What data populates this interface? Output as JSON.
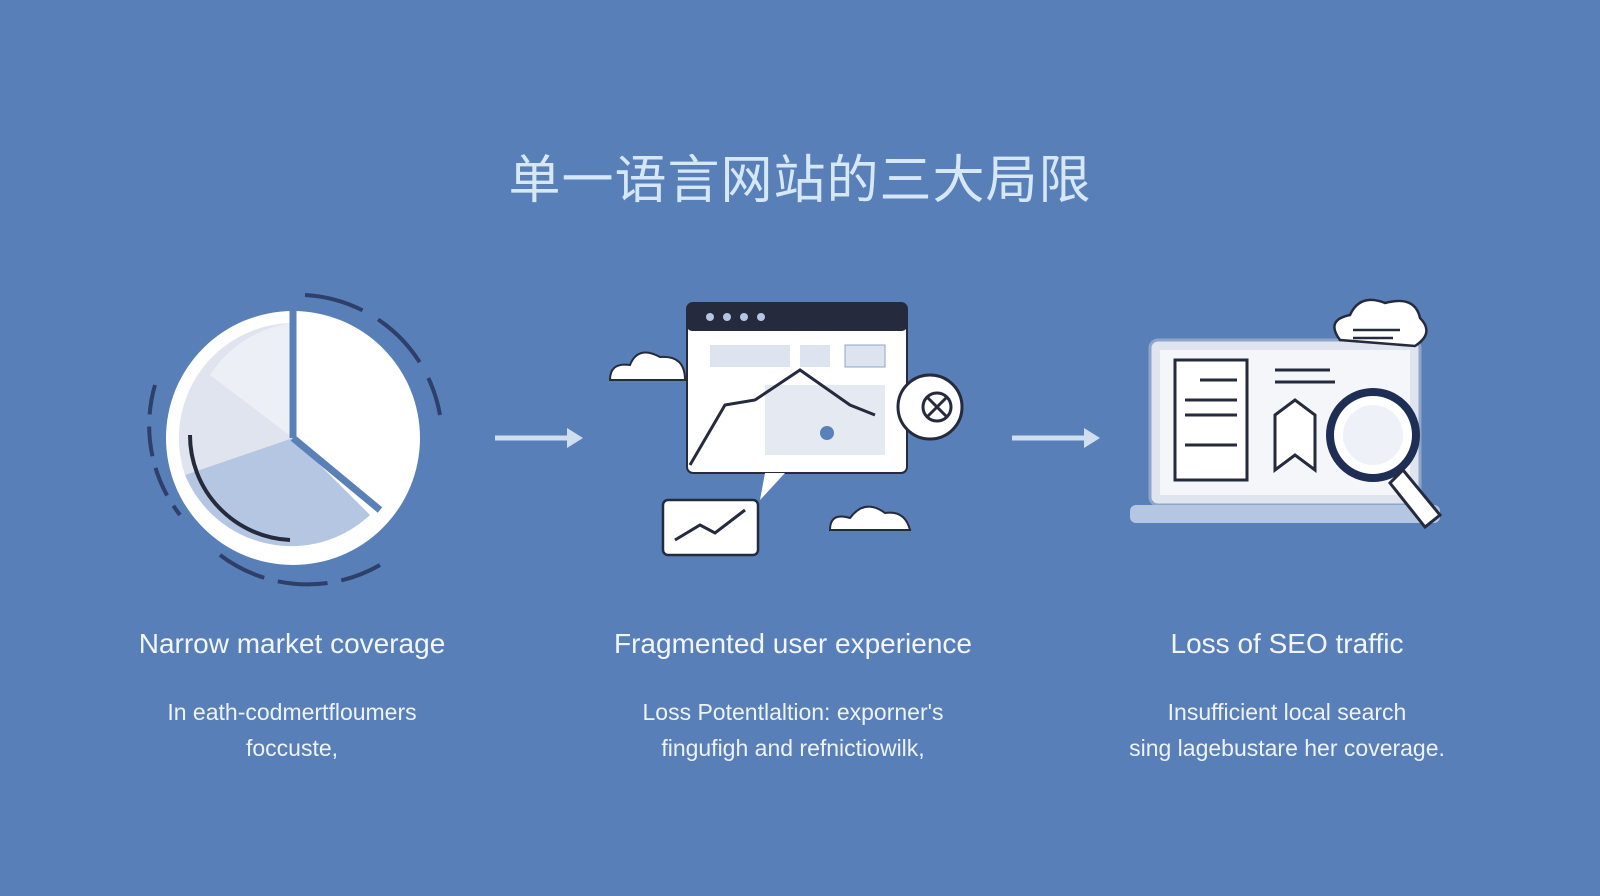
{
  "title": "单一语言网站的三大局限",
  "colors": {
    "background": "#587fb8",
    "title": "#d6e8f7",
    "dark": "#252a3c"
  },
  "items": [
    {
      "heading": "Narrow market coverage",
      "desc_line1": "In eath-codmertfloumers",
      "desc_line2": "foccuste,",
      "icon": "pie-chart-icon"
    },
    {
      "heading": "Fragmented user experience",
      "desc_line1": "Loss Potentlaltion: exporner's",
      "desc_line2": "fingufigh and refnictiowilk,",
      "icon": "browser-window-icon"
    },
    {
      "heading": "Loss of SEO traffic",
      "desc_line1": "Insufficient local search",
      "desc_line2": "sing lagebustare her coverage.",
      "icon": "laptop-search-icon"
    }
  ]
}
